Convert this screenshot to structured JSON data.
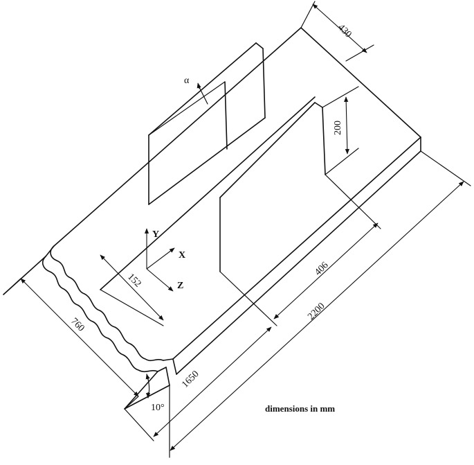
{
  "dimensions": {
    "d430": "430",
    "d200": "200",
    "d152": "152",
    "d406": "406",
    "d760": "760",
    "d1650": "1650",
    "d2200": "2200",
    "angle_slope": "10°",
    "angle_alpha": "α"
  },
  "axes": {
    "y": "Y",
    "x": "X",
    "z": "Z"
  },
  "note": "dimensions in mm"
}
